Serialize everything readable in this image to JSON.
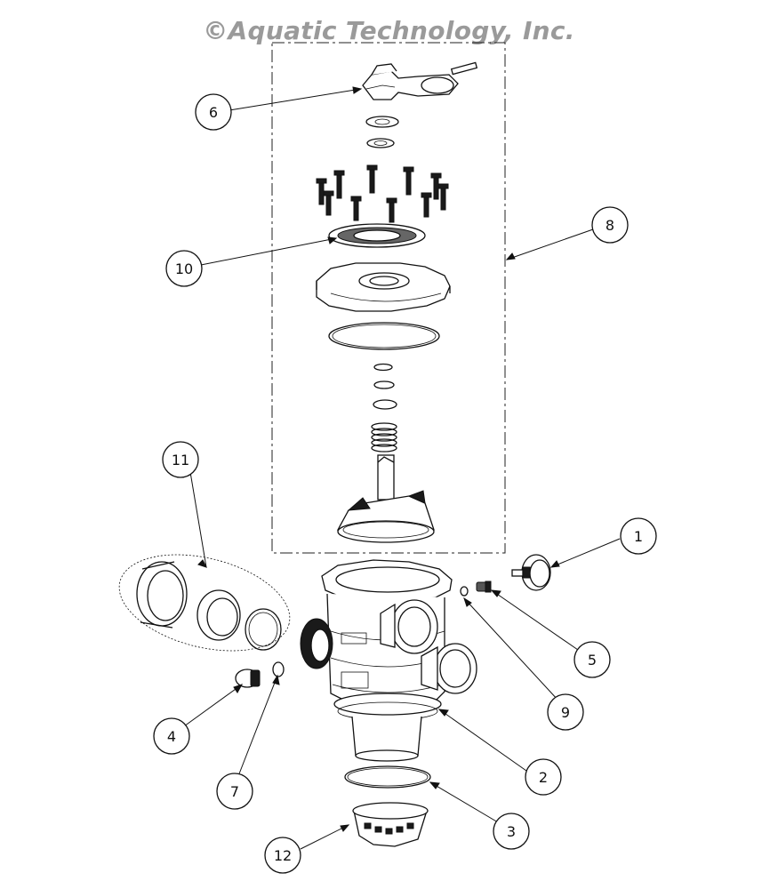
{
  "watermark": "©Aquatic Technology, Inc.",
  "callouts": [
    {
      "id": "c1",
      "label": "1"
    },
    {
      "id": "c2",
      "label": "2"
    },
    {
      "id": "c3",
      "label": "3"
    },
    {
      "id": "c4",
      "label": "4"
    },
    {
      "id": "c5",
      "label": "5"
    },
    {
      "id": "c6",
      "label": "6"
    },
    {
      "id": "c7",
      "label": "7"
    },
    {
      "id": "c8",
      "label": "8"
    },
    {
      "id": "c9",
      "label": "9"
    },
    {
      "id": "c10",
      "label": "10"
    },
    {
      "id": "c11",
      "label": "11"
    },
    {
      "id": "c12",
      "label": "12"
    }
  ]
}
